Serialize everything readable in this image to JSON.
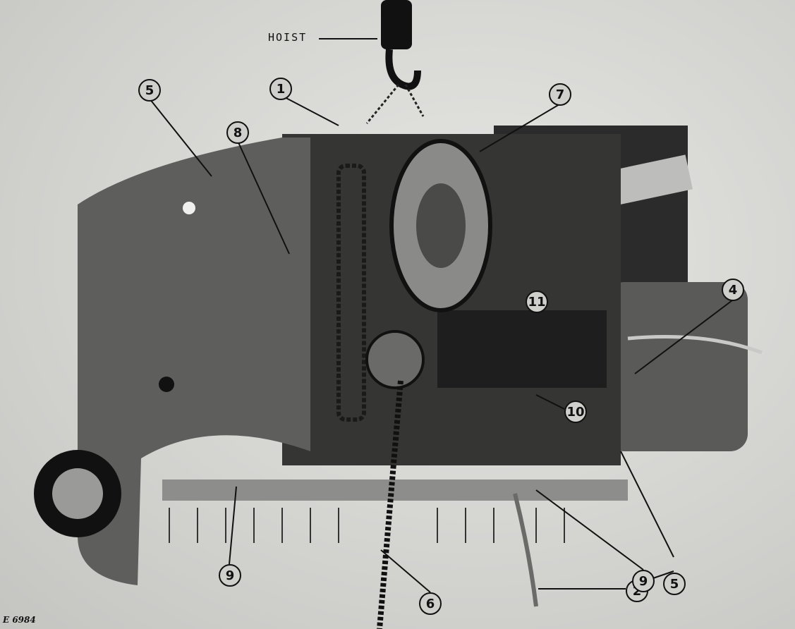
{
  "hoist_label": "HOIST",
  "figure_code": "E 6984",
  "callouts": [
    "1",
    "2",
    "4",
    "5",
    "5",
    "6",
    "7",
    "8",
    "9",
    "9",
    "10",
    "11"
  ]
}
